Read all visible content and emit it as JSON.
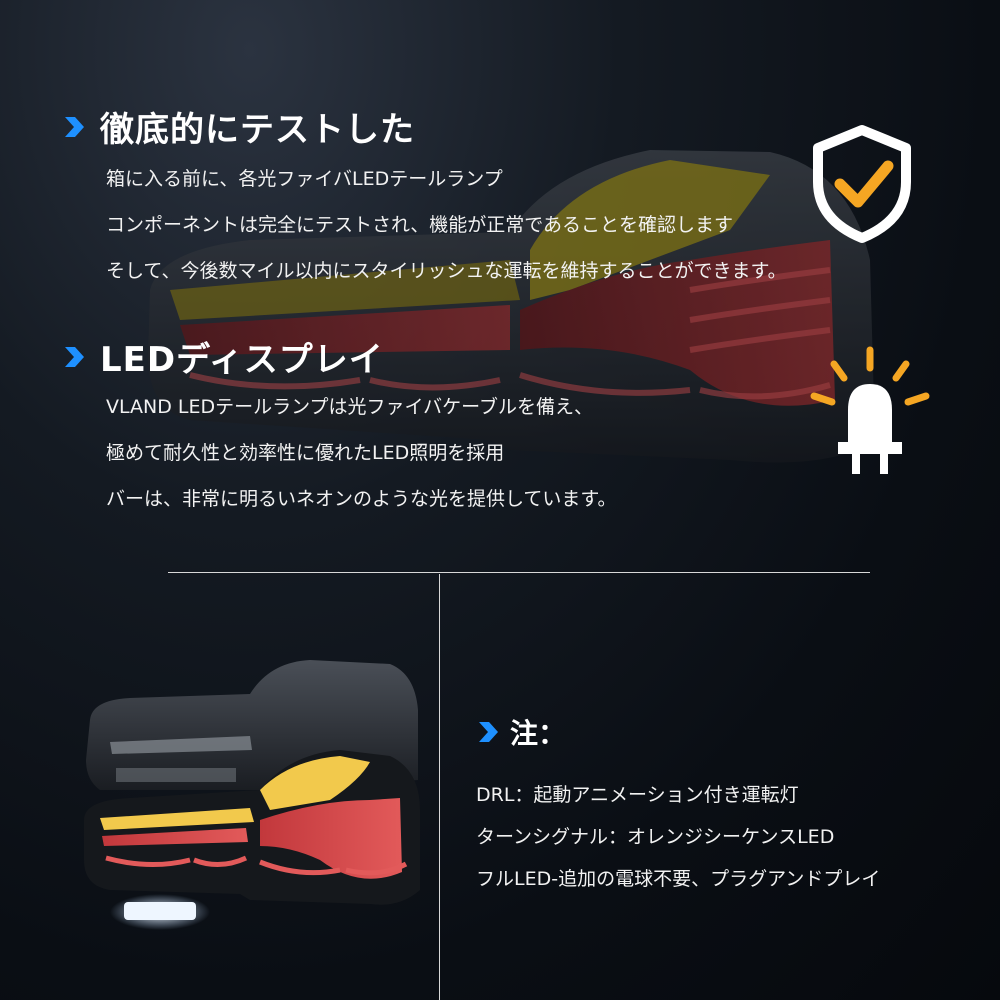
{
  "section1": {
    "title": "徹底的にテストした",
    "lines": [
      "箱に入る前に、各光ファイバLEDテールランプ",
      "コンポーネントは完全にテストされ、機能が正常であることを確認します",
      "そして、今後数マイル以内にスタイリッシュな運転を維持することができます。"
    ]
  },
  "section2": {
    "title": "LEDディスプレイ",
    "lines": [
      "VLAND LEDテールランプは光ファイバケーブルを備え、",
      "極めて耐久性と効率性に優れたLED照明を採用",
      "バーは、非常に明るいネオンのような光を提供しています。"
    ]
  },
  "notes": {
    "title": "注：",
    "lines": [
      "DRL：起動アニメーション付き運転灯",
      "ターンシグナル：オレンジシーケンスLED",
      "フルLED-追加の電球不要、プラグアンドプレイ"
    ]
  },
  "icons": {
    "heading_marker": "chevron-right-icon",
    "tested": "shield-check-icon",
    "display": "light-bulb-icon"
  },
  "colors": {
    "accent_blue": "#1e90ff",
    "accent_amber": "#f5a623",
    "background": "#0a0e14",
    "text": "#ffffff"
  }
}
